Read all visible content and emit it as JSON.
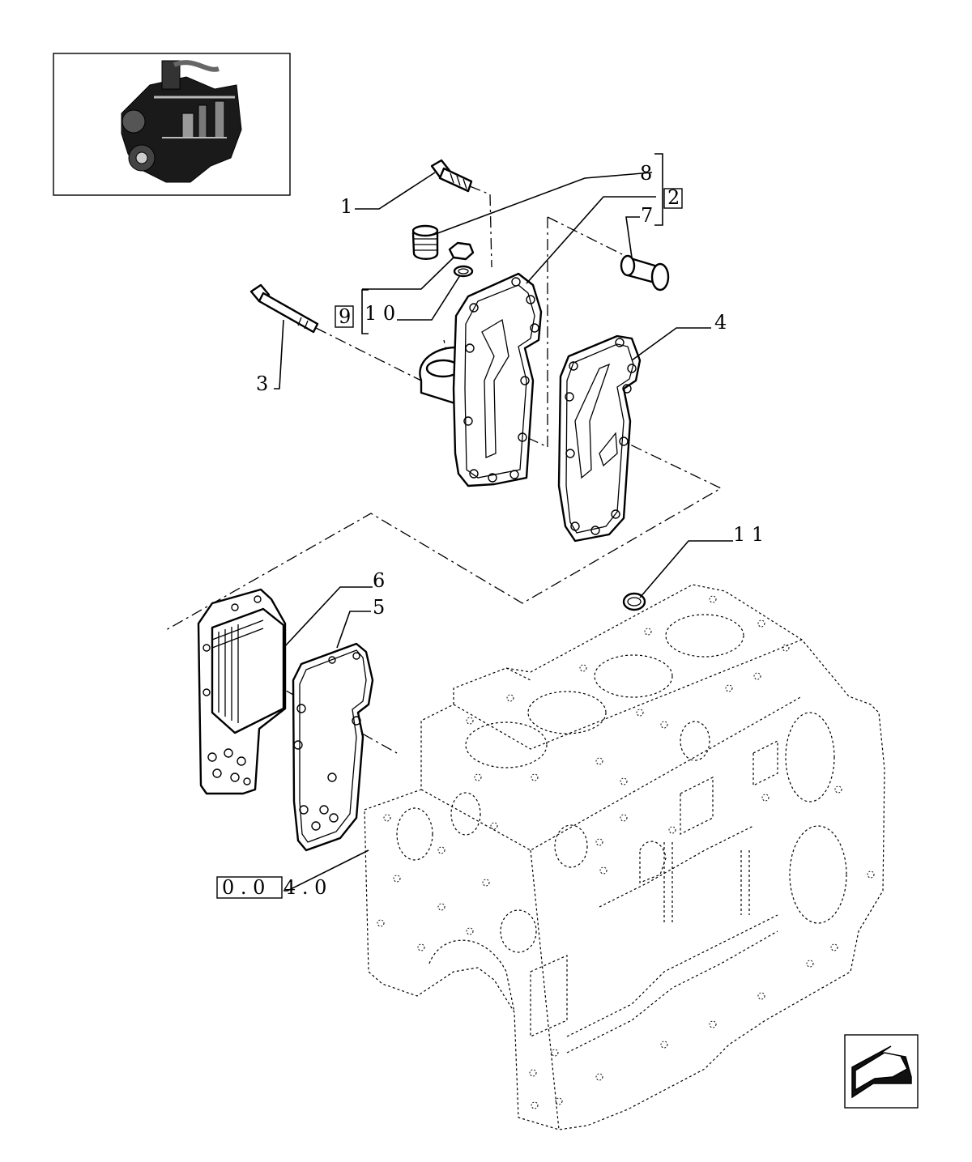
{
  "callouts": {
    "c1": "1",
    "c2": "2",
    "c3": "3",
    "c4": "4",
    "c5": "5",
    "c6": "6",
    "c7": "7",
    "c8": "8",
    "c9": "9",
    "c10": "1 0",
    "c11": "1 1"
  },
  "reference": {
    "boxed": "0 . 0",
    "rest": "4 . 0"
  },
  "icons": {
    "thumbnail": "engine-thumbnail-icon",
    "nav": "next-page-arrow-icon"
  }
}
